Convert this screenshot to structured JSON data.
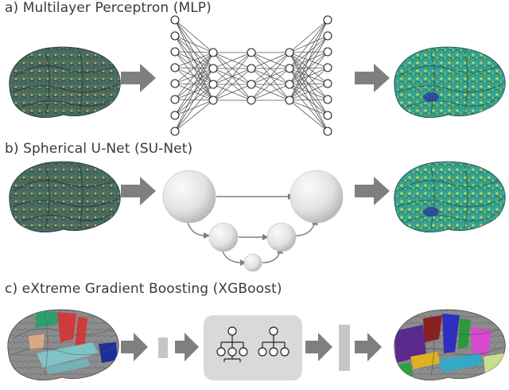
{
  "panels": {
    "a": {
      "title": "a) Multilayer Perceptron (MLP)"
    },
    "b": {
      "title": "b) Spherical U-Net (SU-Net)"
    },
    "c": {
      "title": "c) eXtreme Gradient Boosting (XGBoost)"
    }
  },
  "colors": {
    "arrow": "#7f7f7f",
    "feature_bar": "#c6c6c6",
    "xgb_box": "#d9d9d9",
    "brain_gray": "#8c8c8c",
    "brain_teal": "#3a8f86",
    "brain_yellow": "#d8c53a",
    "sphere": "#e4e4e4"
  },
  "icons": {
    "arrow": "right-block-arrow-icon",
    "tree": "decision-tree-icon",
    "brain": "brain-surface-icon",
    "sphere": "sphere-icon",
    "network": "neural-network-icon"
  }
}
